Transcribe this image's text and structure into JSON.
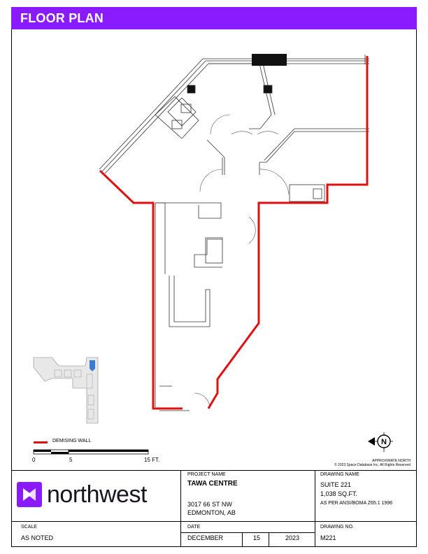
{
  "header": {
    "title": "FLOOR PLAN"
  },
  "legend": {
    "label": "DEMISING WALL"
  },
  "scale": {
    "ticks": [
      "0",
      "5",
      "15 FT."
    ]
  },
  "north": {
    "caption": "APPROXIMATE NORTH",
    "copyright": "© 2023 Space Database Inc. All Rights Reserved",
    "letter": "N"
  },
  "brand": {
    "name": "northwest",
    "accent": "#8a1bff"
  },
  "colors": {
    "header": "#8a1bff",
    "demising_wall": "#e01010",
    "highlight": "#3a7bd5"
  },
  "project": {
    "label": "PROJECT NAME",
    "name": "TAWA CENTRE",
    "address_line1": "3017 66 ST NW",
    "address_line2": "EDMONTON, AB"
  },
  "drawing": {
    "label": "DRAWING NAME",
    "suite": "SUITE 221",
    "area": "1,038 SQ.FT.",
    "standard": "AS PER ANSI/BOMA Z65.1 1996"
  },
  "footer": {
    "scale_label": "SCALE",
    "scale_value": "AS NOTED",
    "date_label": "DATE",
    "date_month": "DECEMBER",
    "date_day": "15",
    "date_year": "2023",
    "drawing_no_label": "DRAWING NO.",
    "drawing_no": "M221"
  }
}
